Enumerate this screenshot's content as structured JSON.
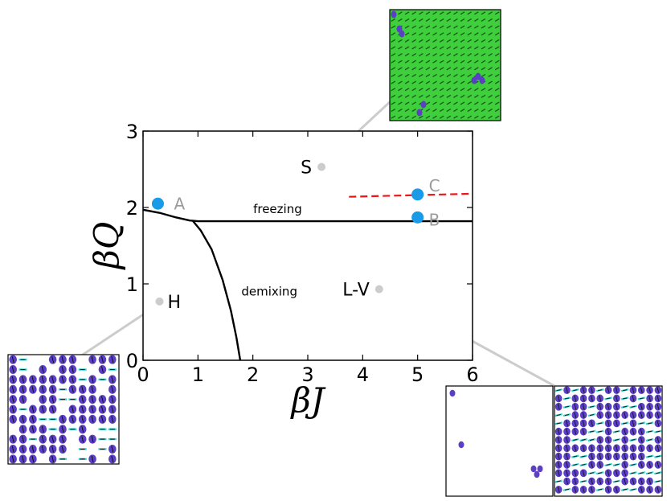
{
  "chart_data": {
    "type": "line",
    "xlabel": "βJ",
    "ylabel": "βQ",
    "xlim": [
      0,
      6
    ],
    "ylim": [
      0,
      3
    ],
    "x_ticks": [
      0,
      1,
      2,
      3,
      4,
      5,
      6
    ],
    "y_ticks": [
      0,
      1,
      2,
      3
    ],
    "grid": false,
    "lines": [
      {
        "label": "freezing",
        "color": "#000000",
        "style": "solid",
        "points": [
          [
            0,
            1.97
          ],
          [
            0.3,
            1.93
          ],
          [
            0.6,
            1.87
          ],
          [
            0.85,
            1.83
          ],
          [
            1,
            1.82
          ],
          [
            6,
            1.82
          ]
        ]
      },
      {
        "label": "demixing",
        "color": "#000000",
        "style": "solid",
        "points": [
          [
            0.9,
            1.83
          ],
          [
            1.05,
            1.7
          ],
          [
            1.25,
            1.45
          ],
          [
            1.45,
            1.05
          ],
          [
            1.6,
            0.65
          ],
          [
            1.7,
            0.3
          ],
          [
            1.77,
            0
          ]
        ]
      },
      {
        "label": "",
        "color": "#e8161b",
        "style": "dashed",
        "points": [
          [
            3.75,
            2.14
          ],
          [
            6,
            2.18
          ]
        ]
      }
    ],
    "points": [
      {
        "label": "A",
        "x": 0.27,
        "y": 2.05,
        "color": "#1a9be8"
      },
      {
        "label": "C",
        "x": 5.0,
        "y": 2.17,
        "color": "#1a9be8"
      },
      {
        "label": "B",
        "x": 5.0,
        "y": 1.87,
        "color": "#1a9be8"
      }
    ],
    "regions": [
      {
        "label": "S",
        "x": 3.25,
        "y": 2.53
      },
      {
        "label": "H",
        "x": 0.3,
        "y": 0.77
      },
      {
        "label": "L-V",
        "x": 4.3,
        "y": 0.93
      }
    ],
    "colors": {
      "snapshot_particle": "#5b3fc4",
      "snapshot_bond_s": "#32c83a",
      "snapshot_bond_h": "#2fd3d0",
      "connector": "#cccccc"
    }
  }
}
